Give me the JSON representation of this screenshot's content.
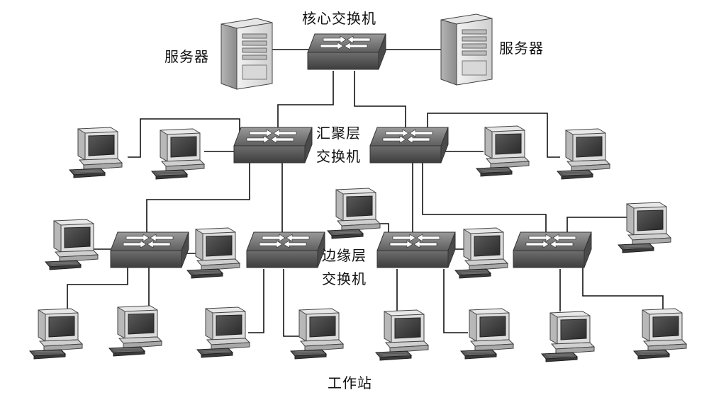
{
  "labels": {
    "core_switch": "核心交换机",
    "server_left": "服务器",
    "server_right": "服务器",
    "aggregation_switch_line1": "汇聚层",
    "aggregation_switch_line2": "交换机",
    "edge_switch_line1": "边缘层",
    "edge_switch_line2": "交换机",
    "workstation": "工作站"
  },
  "icons": {
    "server": "server-icon",
    "switch": "network-switch-icon",
    "workstation": "workstation-icon"
  }
}
